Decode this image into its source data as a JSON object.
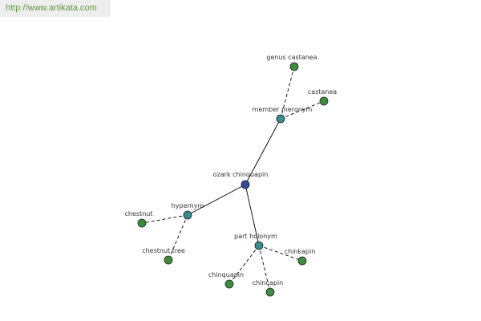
{
  "watermark": {
    "text": "http://www.artikata.com"
  },
  "colors": {
    "center_node": "#34499b",
    "relation_node": "#3a8c8a",
    "leaf_node": "#3e8d3e",
    "node_stroke": "#222222",
    "edge": "#000000",
    "label": "#333333"
  },
  "graph": {
    "nodes": [
      {
        "id": "center",
        "label": "ozark chinquapin",
        "kind": "center"
      },
      {
        "id": "member-meronym",
        "label": "member meronym",
        "kind": "relation"
      },
      {
        "id": "hypernym",
        "label": "hypernym",
        "kind": "relation"
      },
      {
        "id": "part-holonym",
        "label": "part holonym",
        "kind": "relation"
      },
      {
        "id": "genus-castanea",
        "label": "genus castanea",
        "kind": "leaf"
      },
      {
        "id": "castanea",
        "label": "castanea",
        "kind": "leaf"
      },
      {
        "id": "chestnut",
        "label": "chestnut",
        "kind": "leaf"
      },
      {
        "id": "chestnut-tree",
        "label": "chestnut tree",
        "kind": "leaf"
      },
      {
        "id": "chinkapin",
        "label": "chinkapin",
        "kind": "leaf"
      },
      {
        "id": "chinquapin",
        "label": "chinquapin",
        "kind": "leaf"
      },
      {
        "id": "chincapin",
        "label": "chincapin",
        "kind": "leaf"
      }
    ],
    "edges": [
      {
        "from": "center",
        "to": "member-meronym",
        "style": "solid"
      },
      {
        "from": "center",
        "to": "hypernym",
        "style": "solid"
      },
      {
        "from": "center",
        "to": "part-holonym",
        "style": "solid"
      },
      {
        "from": "member-meronym",
        "to": "genus-castanea",
        "style": "dashed"
      },
      {
        "from": "member-meronym",
        "to": "castanea",
        "style": "dashed"
      },
      {
        "from": "hypernym",
        "to": "chestnut",
        "style": "dashed"
      },
      {
        "from": "hypernym",
        "to": "chestnut-tree",
        "style": "dashed"
      },
      {
        "from": "part-holonym",
        "to": "chinkapin",
        "style": "dashed"
      },
      {
        "from": "part-holonym",
        "to": "chinquapin",
        "style": "dashed"
      },
      {
        "from": "part-holonym",
        "to": "chincapin",
        "style": "dashed"
      }
    ]
  }
}
